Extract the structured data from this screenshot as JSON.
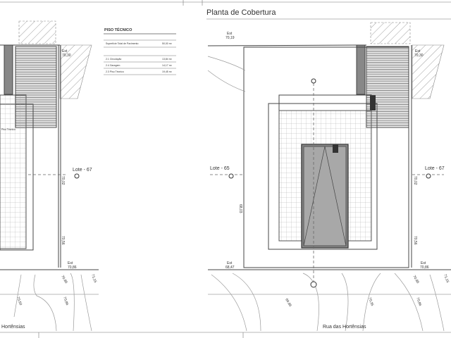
{
  "title": "Planta de Cobertura",
  "table": {
    "heading": "PISO TÉCNICO",
    "total_label": "Superfície Total de Pavimento",
    "total_value": "50,00 m²",
    "rows": [
      {
        "label": "2.1 Circulação",
        "value": "13,84 m²"
      },
      {
        "label": "2.4 Garagem",
        "value": "14,17 m²"
      },
      {
        "label": "2.3 Piso Técnico",
        "value": "19,45 m²"
      }
    ]
  },
  "left": {
    "room_label": "Piso Técnico",
    "est_top": {
      "label": "Est",
      "value": "70,30"
    },
    "lote": "Lote - 67",
    "side_level_1": "70,02",
    "side_level_2": "70,56",
    "est_bottom": {
      "label": "Est",
      "value": "70,86"
    },
    "contour_1": "70,86",
    "contour_2": "71,15",
    "contour_3": "70,50",
    "contour_4": "70,86",
    "street": "Hortênsias"
  },
  "right": {
    "est_top_left": {
      "label": "Est",
      "value": "70,19"
    },
    "est_top_right": {
      "label": "Est",
      "value": "70,30"
    },
    "lote_left": "Lote - 65",
    "lote_right": "Lote - 67",
    "side_level_left": "68,03",
    "side_level_right_1": "70,02",
    "side_level_right_2": "70,56",
    "est_bottom_left": {
      "label": "Est",
      "value": "68,47"
    },
    "est_bottom_right": {
      "label": "Est",
      "value": "70,86"
    },
    "contour_1": "69,86",
    "contour_2": "70,35",
    "contour_3": "70,86",
    "contour_4": "70,86",
    "contour_5": "71,15",
    "street": "Rua das Hortênsias"
  }
}
